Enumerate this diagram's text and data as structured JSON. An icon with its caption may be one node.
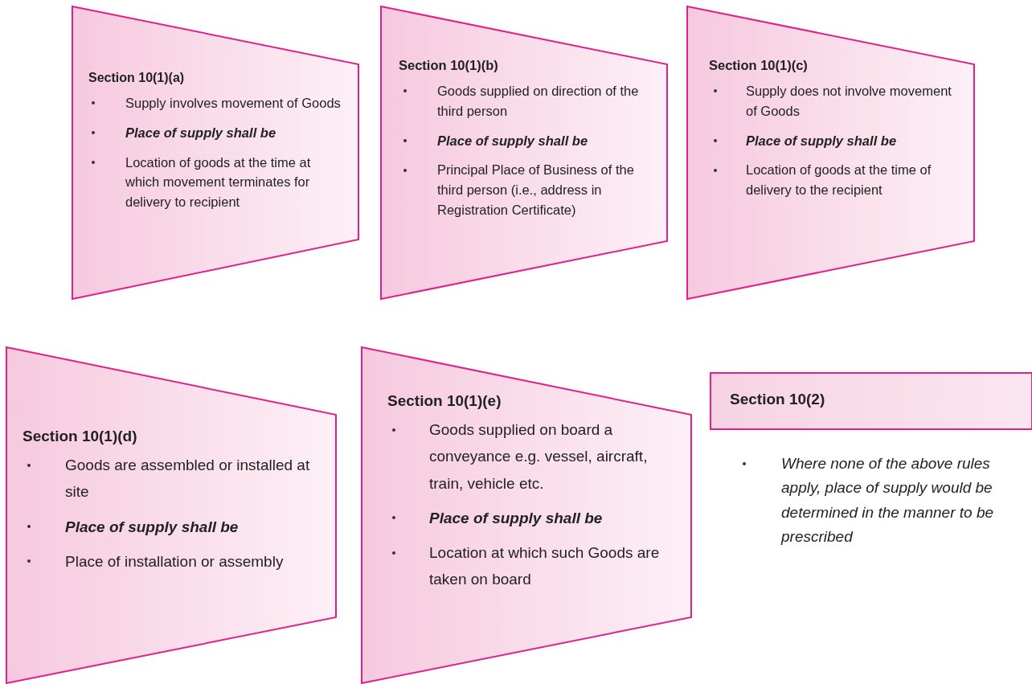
{
  "diagram": {
    "nodes": [
      {
        "text": [
          "Section 10(1)(a)",
          "Supply involves movement of Goods",
          "Place of supply shall be",
          "Location of goods at the time at which movement terminates for delivery to recipient"
        ]
      },
      {
        "text": [
          "Section 10(1)(b)",
          "Goods supplied on direction of the third person",
          "Place of supply shall be",
          "Principal Place of Business of the third person (i.e., address in Registration Certificate)"
        ]
      },
      {
        "text": [
          "Section 10(1)(c)",
          "Supply does not involve movement of Goods",
          "Place of supply shall be",
          "Location of goods at the time of delivery to the recipient"
        ]
      },
      {
        "text": [
          "Section 10(1)(d)",
          "Goods are assembled or installed at site",
          "Place of supply shall be",
          "Place of installation or assembly"
        ]
      },
      {
        "text": [
          "Section 10(1)(e)",
          "Goods supplied on board a conveyance e.g. vessel, aircraft, train, vehicle etc.",
          "Place of supply shall be",
          "Location at which such Goods are taken on board"
        ]
      },
      {
        "text": [
          "Section 10(2)"
        ],
        "beside": [
          "Where none of the above rules apply, place of supply would be determined in the manner to be prescribed"
        ]
      }
    ]
  }
}
